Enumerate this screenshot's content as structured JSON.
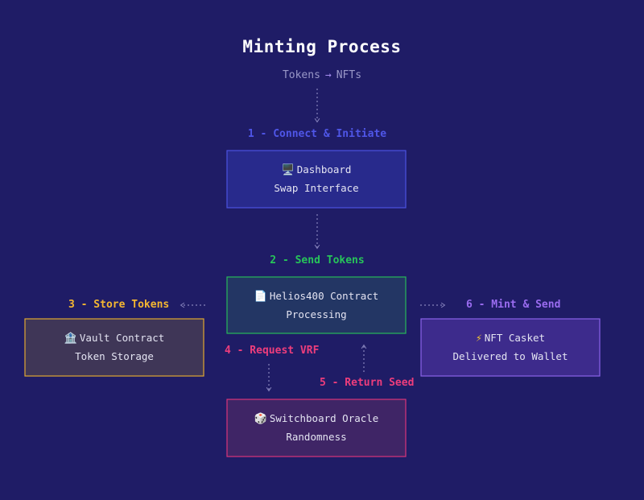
{
  "header": {
    "title": "Minting Process",
    "subtitle_from": "Tokens",
    "subtitle_arrow": "→",
    "subtitle_to": "NFTs"
  },
  "colors": {
    "background": "#1f1c66",
    "step1": "#4f56e8",
    "step2": "#27c45a",
    "step3": "#f5b731",
    "step4": "#ee3d7c",
    "step5": "#ee3d7c",
    "step6": "#9a6cf0"
  },
  "steps": {
    "step1": "1 - Connect & Initiate",
    "step2": "2 - Send Tokens",
    "step3": "3 - Store Tokens",
    "step4": "4 - Request VRF",
    "step5": "5 - Return Seed",
    "step6": "6 - Mint & Send"
  },
  "nodes": {
    "dashboard": {
      "icon": "🖥️",
      "icon_name": "computer-icon",
      "title": "Dashboard",
      "subtitle": "Swap Interface"
    },
    "contract": {
      "icon": "📄",
      "icon_name": "document-icon",
      "title": "Helios400 Contract",
      "subtitle": "Processing"
    },
    "vault": {
      "icon": "🏦",
      "icon_name": "bank-icon",
      "title": "Vault Contract",
      "subtitle": "Token Storage"
    },
    "casket": {
      "icon": "⚡",
      "icon_name": "lightning-icon",
      "title": "NFT Casket",
      "subtitle": "Delivered to Wallet"
    },
    "oracle": {
      "icon": "🎲",
      "icon_name": "dice-icon",
      "title": "Switchboard Oracle",
      "subtitle": "Randomness"
    }
  }
}
